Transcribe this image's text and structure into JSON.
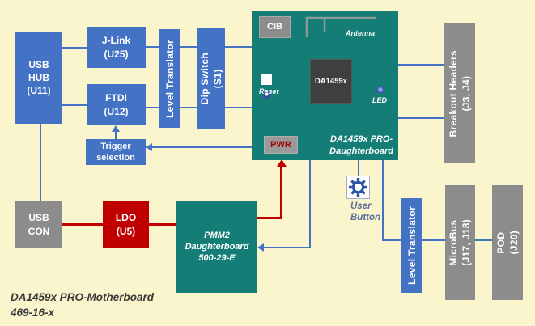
{
  "diagram": {
    "caption": "DA1459x PRO-Motherboard\n469-16-x",
    "blocks": {
      "usb_hub": "USB\nHUB\n(U11)",
      "j_link": "J-Link\n(U25)",
      "ftdi": "FTDI\n(U12)",
      "level_translator_top": "Level Translator",
      "dip_switch": "Dip Switch\n(S1)",
      "trigger_selection": "Trigger\nselection",
      "usb_con": "USB\nCON",
      "ldo": "LDO\n(U5)",
      "pmm2": "PMM2\nDaughterboard\n500-29-E",
      "breakout_headers": "Breakout Headers\n(J3, J4)",
      "level_translator_bottom": "Level Translator",
      "microbus": "MicroBus\n(J17, J18)",
      "pod": "POD\n(J20)"
    },
    "daughterboard": {
      "cib": "CIB",
      "antenna_label": "Antenna",
      "reset_label": "Reset",
      "chip": "DA1459x",
      "led_label": "LED",
      "pwr": "PWR",
      "board_label": "DA1459x PRO-\nDaughterboard"
    },
    "user_button_label": "User\nButton",
    "colors": {
      "background": "#FAF5CD",
      "block_blue": "#4472C4",
      "board_teal": "#147E76",
      "block_gray": "#8C8C8C",
      "power_red": "#C00000",
      "chip_dark": "#3F3F3F",
      "wire_blue": "#4472C4",
      "wire_red": "#C00000"
    }
  }
}
